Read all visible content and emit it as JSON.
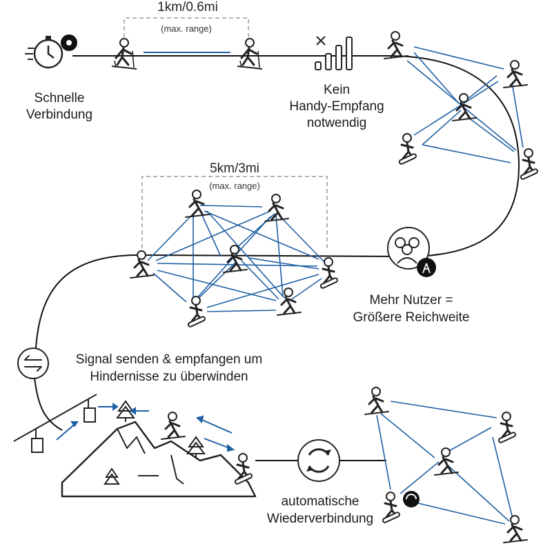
{
  "colors": {
    "link": "#1f5fa3",
    "track": "#111111",
    "frame": "#9a9a9a",
    "accent": "#2a6db0"
  },
  "section_top": {
    "range_value": "1km/0.6mi",
    "range_note": "(max. range)",
    "feature1": {
      "line1": "Schnelle",
      "line2": "Verbindung",
      "icon": "stopwatch-gear-icon"
    },
    "feature2": {
      "line1": "Kein",
      "line2": "Handy-Empfang",
      "line3": "notwendig",
      "icon": "no-signal-bars-icon"
    }
  },
  "section_middle": {
    "range_value": "5km/3mi",
    "range_note": "(max. range)",
    "feature": {
      "line1": "Mehr Nutzer =",
      "line2": "Größere Reichweite",
      "icon": "group-antenna-icon"
    }
  },
  "section_bottom": {
    "feature1": {
      "line1": "Signal senden & empfangen um",
      "line2": "Hindernisse zu überwinden",
      "icon": "arrows-exchange-icon"
    },
    "feature2": {
      "line1": "automatische",
      "line2": "Wiederverbindung",
      "icon": "reconnect-cycle-icon"
    }
  }
}
